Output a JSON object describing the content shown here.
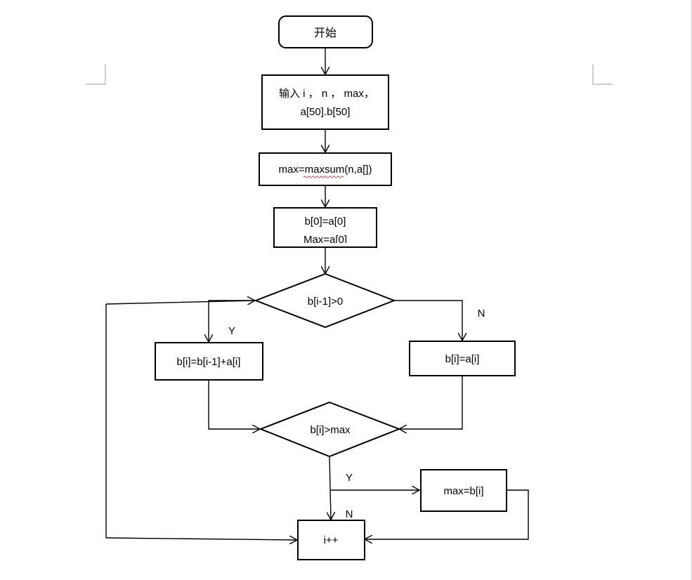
{
  "nodes": {
    "start": "开始",
    "input_line1": "输入 i ，  n ，  max，",
    "input_line2": "a[50].b[50]",
    "maxsum": "max=maxsum(n,a[])",
    "init_line1": "b[0]=a[0]",
    "init_line2": "Max=a[0]",
    "cond1": "b[i-1]>0",
    "assign_sum": "b[i]=b[i-1]+a[i]",
    "assign_a": "b[i]=a[i]",
    "cond2": "b[i]>max",
    "assign_max": "max=b[i]",
    "increment": "i++"
  },
  "labels": {
    "cond1_yes": "Y",
    "cond1_no": "N",
    "cond2_yes": "Y",
    "cond2_no": "N"
  }
}
